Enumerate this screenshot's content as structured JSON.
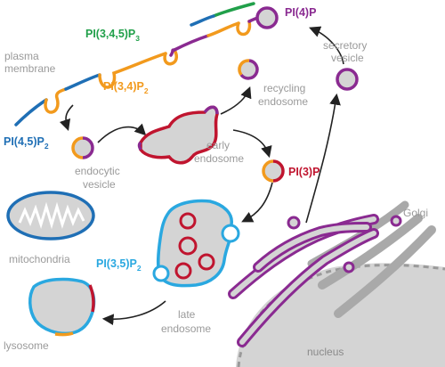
{
  "labels": {
    "plasma_membrane": [
      "plasma",
      "membrane"
    ],
    "secretory_vesicle": [
      "secretory",
      "vesicle"
    ],
    "recycling_endosome": [
      "recycling",
      "endosome"
    ],
    "early_endosome": [
      "early",
      "endosome"
    ],
    "endocytic_vesicle": [
      "endocytic",
      "vesicle"
    ],
    "mitochondria": "mitochondria",
    "golgi": "Golgi",
    "late_endosome": [
      "late",
      "endosome"
    ],
    "lysosome": "lysosome",
    "nucleus": "nucleus"
  },
  "lipids": {
    "pi345p3": {
      "base": "PI(3,4,5)P",
      "sub": "3",
      "color": "#21a04a"
    },
    "pi34p2": {
      "base": "PI(3,4)P",
      "sub": "2",
      "color": "#f29a1d"
    },
    "pi45p2": {
      "base": "PI(4,5)P",
      "sub": "2",
      "color": "#1f6fb5"
    },
    "pi4p": {
      "base": "PI(4)P",
      "sub": "",
      "color": "#8a2a91"
    },
    "pi3p": {
      "base": "PI(3)P",
      "sub": "",
      "color": "#c0152f"
    },
    "pi35p2": {
      "base": "PI(3,5)P",
      "sub": "2",
      "color": "#2aa8e0"
    }
  },
  "colors": {
    "organelle_fill": "#d4d4d4",
    "label_gray": "#9a9a9a",
    "arrow": "#222222"
  }
}
